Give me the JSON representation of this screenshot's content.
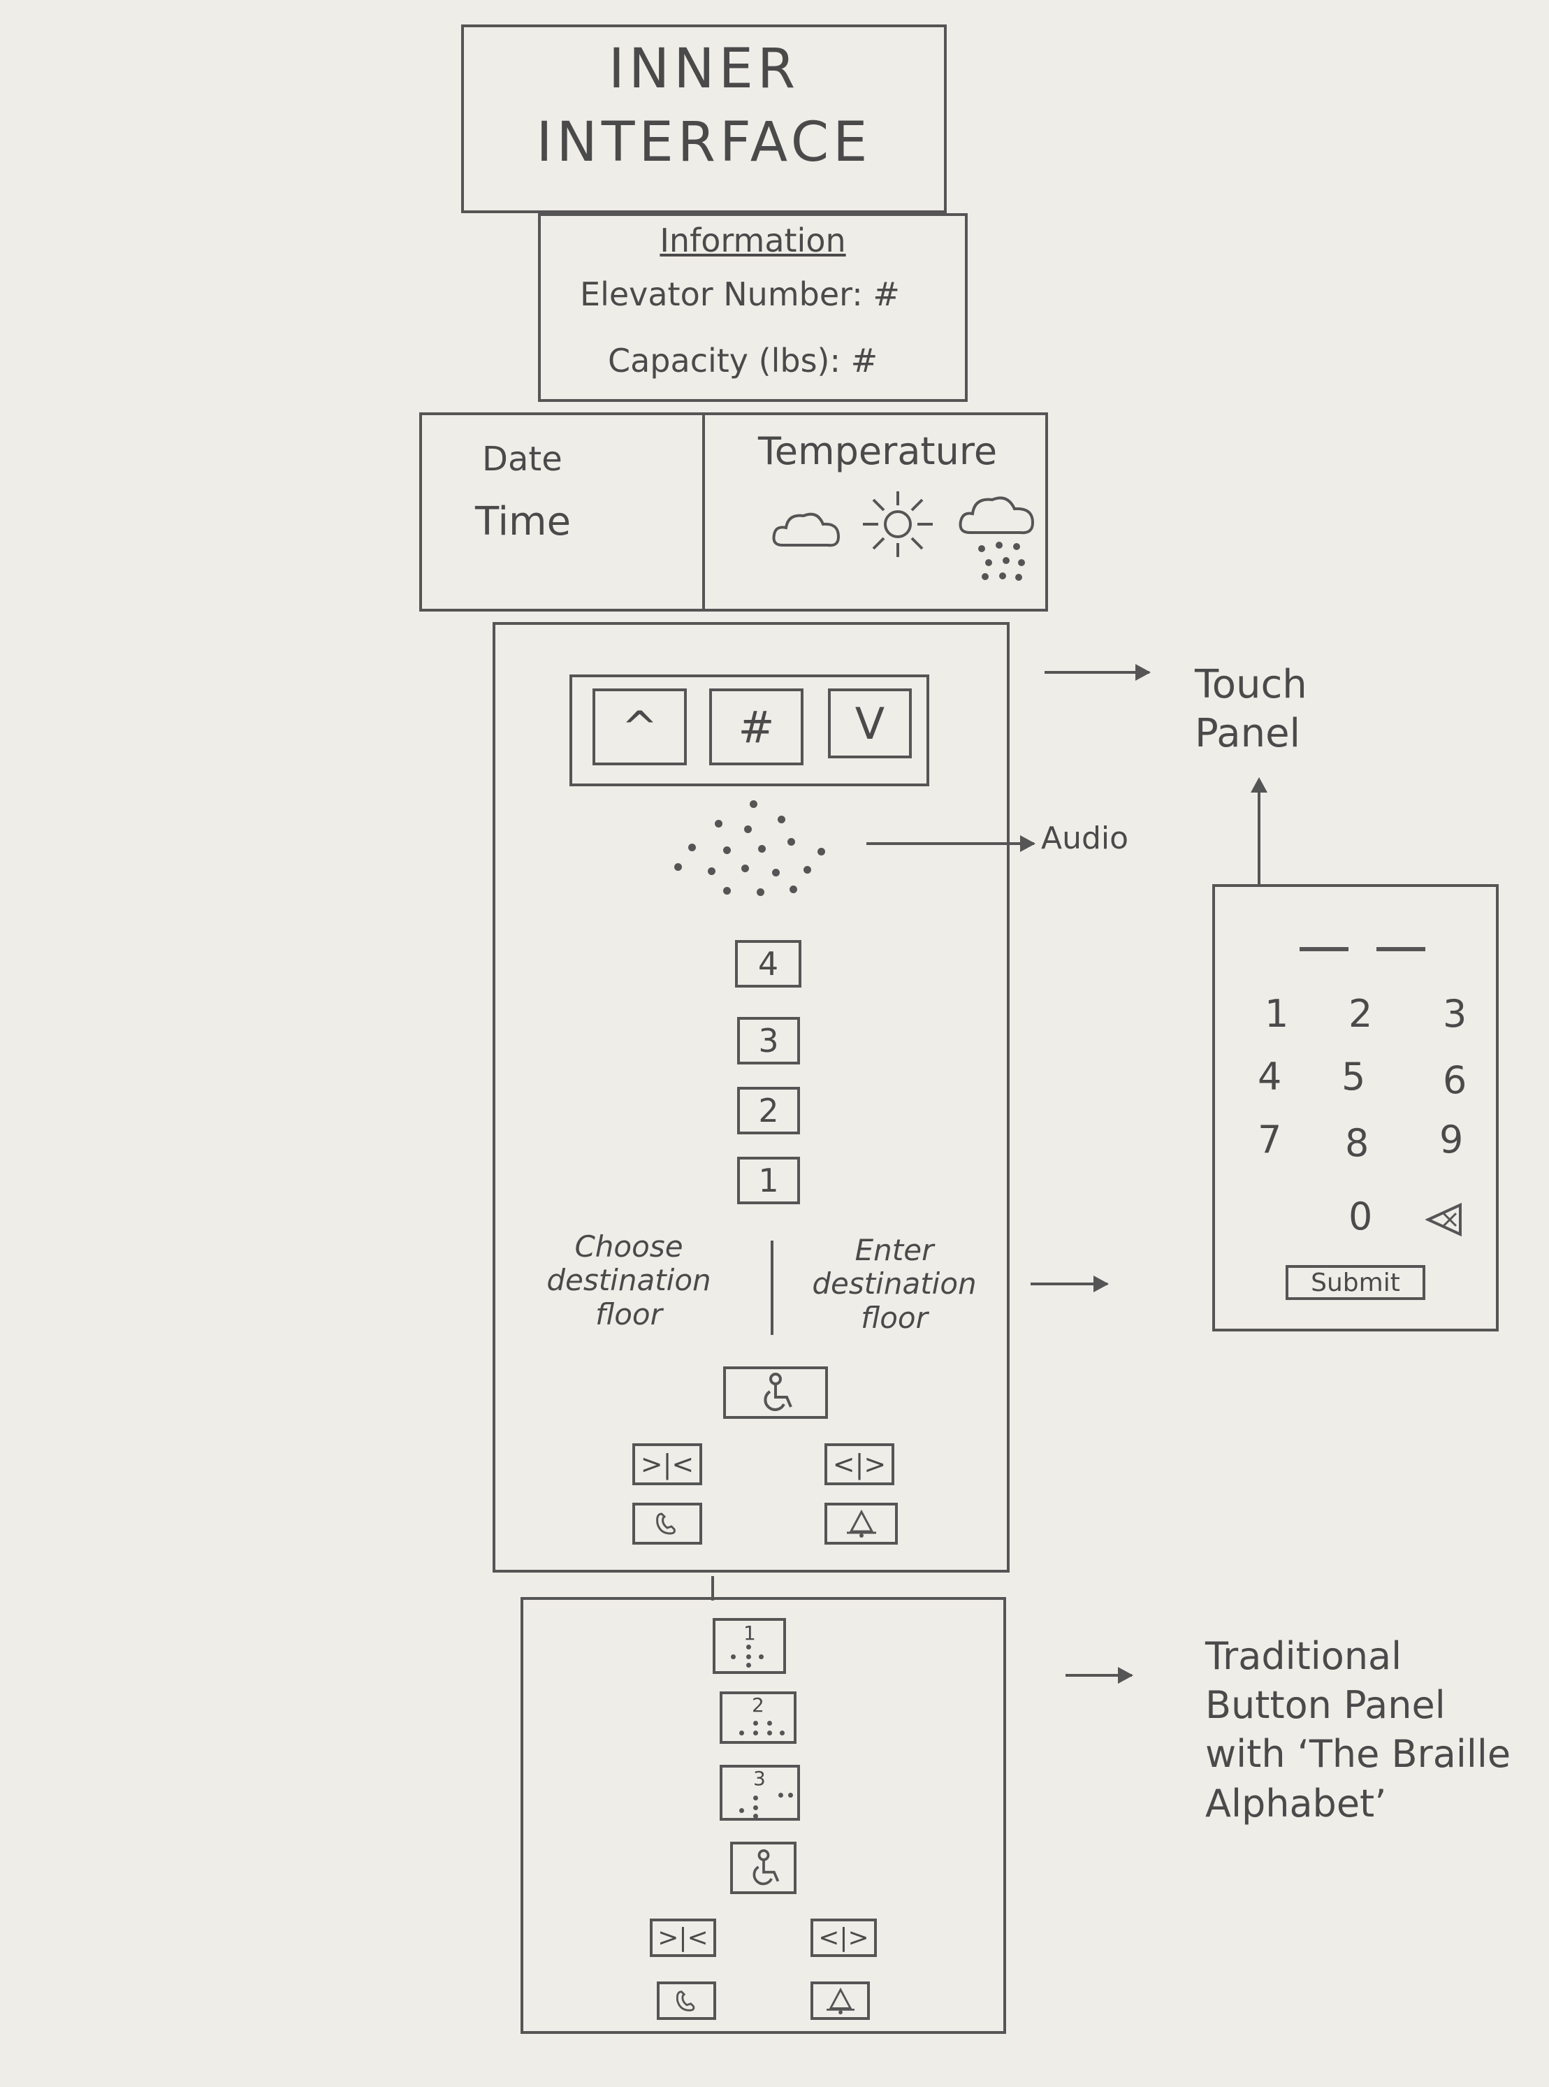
{
  "title": {
    "line1": "INNER",
    "line2": "INTERFACE"
  },
  "information": {
    "heading": "Information",
    "elevator_number": "Elevator Number: #",
    "capacity": "Capacity (lbs): #"
  },
  "date_time": {
    "date": "Date",
    "time": "Time"
  },
  "temperature": {
    "label": "Temperature",
    "icons": [
      "cloud-icon",
      "sun-icon",
      "rain-cloud-icon"
    ]
  },
  "touch_panel_main": {
    "direction_buttons": [
      "^",
      "#",
      "V"
    ],
    "floor_buttons": [
      "4",
      "3",
      "2",
      "1"
    ],
    "choose_label": "Choose destination floor",
    "enter_label": "Enter destination floor",
    "accessibility_icon": "wheelchair-icon",
    "door_close": ">|<",
    "door_open": "<|>",
    "call_icon": "phone-icon",
    "alarm_icon": "bell-icon"
  },
  "annotations": {
    "touch_panel": "Touch Panel",
    "audio": "Audio",
    "traditional": "Traditional Button Panel with ‘The Braille Alphabet’"
  },
  "keypad": {
    "keys": [
      "1",
      "2",
      "3",
      "4",
      "5",
      "6",
      "7",
      "8",
      "9",
      "0"
    ],
    "backspace_icon": "backspace-icon",
    "submit": "Submit"
  },
  "traditional_panel": {
    "floor_buttons": [
      "1",
      "2",
      "3"
    ],
    "accessibility_icon": "wheelchair-icon",
    "door_close": ">|<",
    "door_open": "<|>",
    "call_icon": "phone-icon",
    "alarm_icon": "bell-icon"
  }
}
